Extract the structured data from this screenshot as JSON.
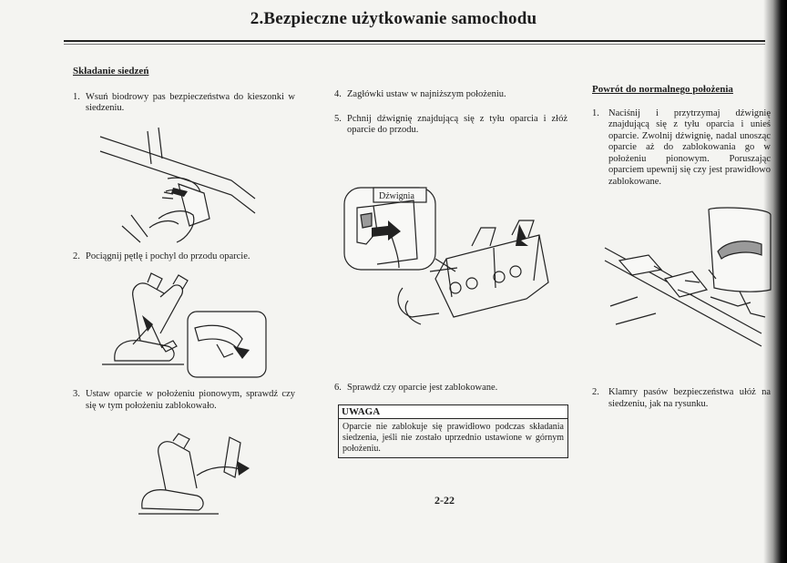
{
  "header": {
    "title": "2.Bezpieczne użytkowanie samochodu"
  },
  "left": {
    "heading": "Składanie siedzeń",
    "items": [
      {
        "num": "1.",
        "text": "Wsuń biodrowy pas bezpieczeństwa do kieszonki w siedzeniu."
      },
      {
        "num": "2.",
        "text": "Pociągnij pętlę i pochyl do przodu oparcie."
      },
      {
        "num": "3.",
        "text": "Ustaw oparcie w położeniu pionowym, sprawdź czy się w tym położeniu zablokowało."
      }
    ]
  },
  "middle": {
    "items": [
      {
        "num": "4.",
        "text": "Zagłówki ustaw w najniższym położeniu."
      },
      {
        "num": "5.",
        "text": "Pchnij dźwignię znajdującą się z tyłu oparcia i złóż oparcie do przodu."
      },
      {
        "num": "6.",
        "text": "Sprawdź czy oparcie jest zablokowane."
      }
    ],
    "callout": "Dźwignia",
    "warning": {
      "title": "UWAGA",
      "body": "Oparcie nie zablokuje się prawidłowo podczas składania siedzenia, jeśli nie zostało uprzednio ustawione w górnym położeniu."
    },
    "page_number": "2-22"
  },
  "right": {
    "heading": "Powrót do normalnego położenia",
    "items": [
      {
        "num": "1.",
        "text": "Naciśnij i przytrzymaj dźwignię znajdującą się z tyłu oparcia i unieś oparcie. Zwolnij dźwignię, nadal unosząc oparcie aż do zablokowania go w położeniu pionowym. Poruszając oparciem upewnij się czy jest prawidłowo zablokowane."
      },
      {
        "num": "2.",
        "text": "Klamry pasów bezpieczeństwa ułóż na siedzeniu, jak na rysunku."
      }
    ]
  }
}
